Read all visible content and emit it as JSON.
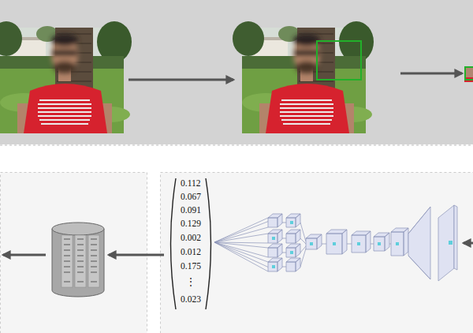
{
  "diagram": {
    "labels": [
      "0.112",
      "0.067",
      "0.091",
      "0.129",
      "0.002",
      "0.012",
      "0.175",
      "⋮",
      "0.023"
    ]
  }
}
